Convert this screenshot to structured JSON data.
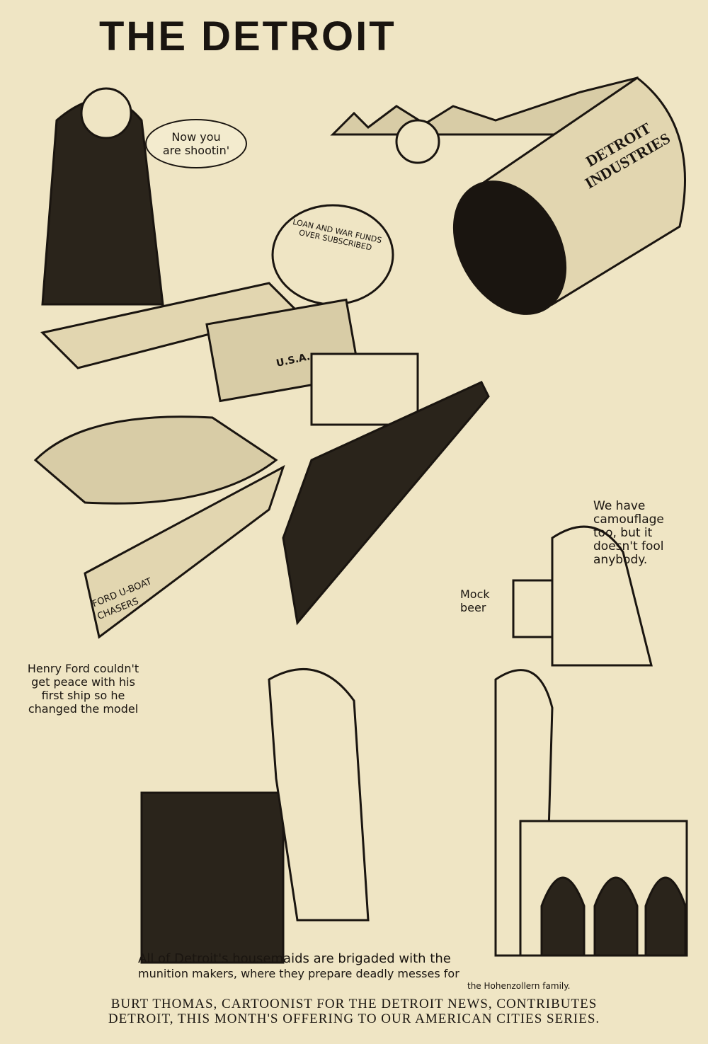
{
  "title": "THE DETROIT",
  "labels": {
    "speech_general": "Now you are shootin'",
    "pipe": "DETROIT INDUSTRIES",
    "money_bag": "LOAN AND WAR FUNDS OVER SUBSCRIBED",
    "truck": "U.S.A.",
    "camouflage": "We have camouflage too, but it doesn't fool anybody.",
    "mock_beer": "Mock beer",
    "boat": "FORD U-BOAT CHASERS",
    "henry_ford": "Henry Ford couldn't get peace with his first ship so he changed the model",
    "housemaids_line1": "All of Detroit's housemaids are brigaded with the",
    "housemaids_line2": "munition makers, where they prepare deadly messes for",
    "housemaids_line3": "the Hohenzollern family."
  },
  "caption": {
    "line1": "BURT THOMAS, CARTOONIST FOR THE DETROIT NEWS, CONTRIBUTES",
    "line2": "DETROIT, THIS MONTH'S OFFERING TO OUR AMERICAN CITIES SERIES."
  }
}
